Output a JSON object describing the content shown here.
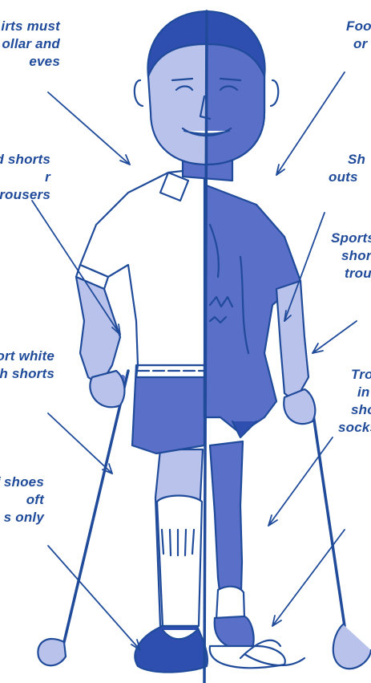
{
  "colors": {
    "ink": "#1f4b9a",
    "light": "#b9c2ea",
    "mid": "#5a6fc7",
    "dark": "#2f4fb0",
    "white": "#ffffff"
  },
  "labels": {
    "left": {
      "shirts": [
        "irts must",
        "ollar and",
        "eves"
      ],
      "shorts": [
        "d shorts",
        "r",
        "rousers"
      ],
      "socks": [
        "hort white",
        "th shorts"
      ],
      "shoes": [
        "f shoes",
        "oft",
        "s only"
      ]
    },
    "right": {
      "footwear": [
        "Foo",
        "or"
      ],
      "shirts_out": [
        "Sh",
        "outs"
      ],
      "sports": [
        "Sports",
        "short",
        "trous"
      ],
      "trousers": [
        "Tro",
        "in",
        "shor",
        "socks."
      ]
    }
  }
}
